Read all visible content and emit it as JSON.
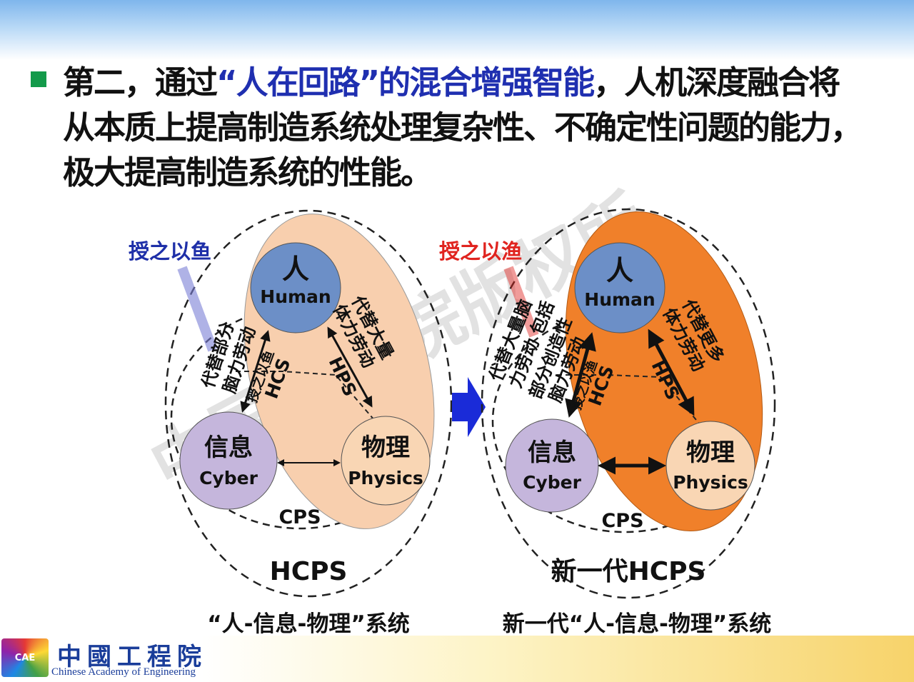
{
  "heading": {
    "line1_a": "第二，通过",
    "line1_hl": "“人在回路”的混合增强智能",
    "line1_b": "，人机深度融合将",
    "line2": "从本质上提高制造系统处理复杂性、不确定性问题的能力，",
    "line3": "极大提高制造系统的性能。"
  },
  "left_diagram": {
    "tag": "授之以鱼",
    "human_cn": "人",
    "human_en": "Human",
    "cyber_cn": "信息",
    "cyber_en": "Cyber",
    "physics_cn": "物理",
    "physics_en": "Physics",
    "left_vertical_1": "代替部分",
    "left_vertical_2": "脑力劳动",
    "hcs_small": "授之以鱼",
    "hcs": "HCS",
    "hps": "HPS",
    "right_vertical_1": "代替大量",
    "right_vertical_2": "体力劳动",
    "cps": "CPS",
    "hcps": "HCPS",
    "caption": "“人-信息-物理”系统"
  },
  "right_diagram": {
    "tag": "授之以渔",
    "human_cn": "人",
    "human_en": "Human",
    "cyber_cn": "信息",
    "cyber_en": "Cyber",
    "physics_cn": "物理",
    "physics_en": "Physics",
    "left_vertical_1": "代替大量脑",
    "left_vertical_2": "力劳动 包括",
    "left_vertical_3": "部分创造性",
    "left_vertical_4": "脑力劳动",
    "hcs_small": "授之以渔",
    "hcs": "HCS",
    "hps": "HPS",
    "right_vertical_1": "代替更多",
    "right_vertical_2": "体力劳动",
    "cps": "CPS",
    "hcps": "新一代HCPS",
    "caption": "新一代“人-信息-物理”系统"
  },
  "watermark": "中国工程院版权所",
  "logo": {
    "cn": "中國工程院",
    "en": "Chinese Academy of Engineering",
    "emblem": "CAE"
  },
  "colors": {
    "human": "#6c8fc7",
    "cyber": "#c5b6dc",
    "physics": "#f9d6b4",
    "left_blob": "#f8cfae",
    "right_blob": "#f0802a",
    "arrow_blue": "#1a2bd8",
    "tag_left": "#1e2fa8",
    "tag_right": "#e0241f"
  }
}
